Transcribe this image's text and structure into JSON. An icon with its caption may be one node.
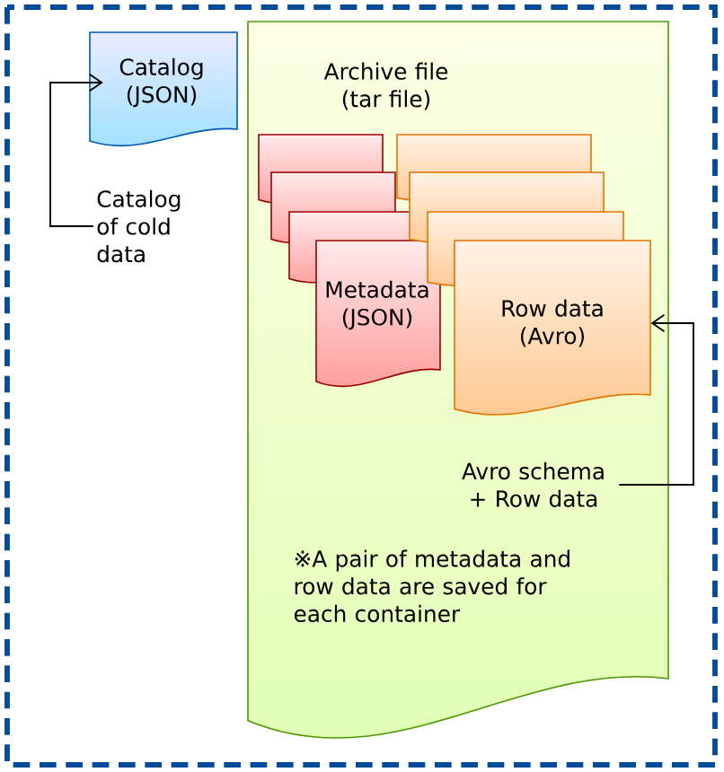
{
  "diagram": {
    "nodes": [
      {
        "text": [
          "Catalog (JSON)"
        ]
      },
      {
        "text": [
          "Catalog of cold data"
        ]
      },
      {
        "text": [
          "Archive file (tar file)",
          "※A pair of metadata and row data are saved for each container"
        ]
      },
      {
        "text": [],
        "shape": "document",
        "in": 2
      },
      {
        "text": [],
        "shape": "document",
        "in": 2
      },
      {
        "text": [],
        "shape": "document",
        "in": 2
      },
      {
        "text": [
          "Metadata (JSON)"
        ],
        "in": 2
      },
      {
        "text": [],
        "shape": "document",
        "in": 2
      },
      {
        "text": [],
        "shape": "document",
        "in": 2
      },
      {
        "text": [],
        "shape": "document",
        "in": 2
      },
      {
        "text": [
          "Row data (Avro)"
        ],
        "in": 2
      },
      {
        "text": [
          "Avro schema + Row data"
        ],
        "in": 2
      }
    ],
    "edges": [
      {
        "from": 1,
        "to": 0,
        "arrow": "to"
      },
      {
        "from": 11,
        "to": 10,
        "arrow": "to"
      }
    ]
  }
}
